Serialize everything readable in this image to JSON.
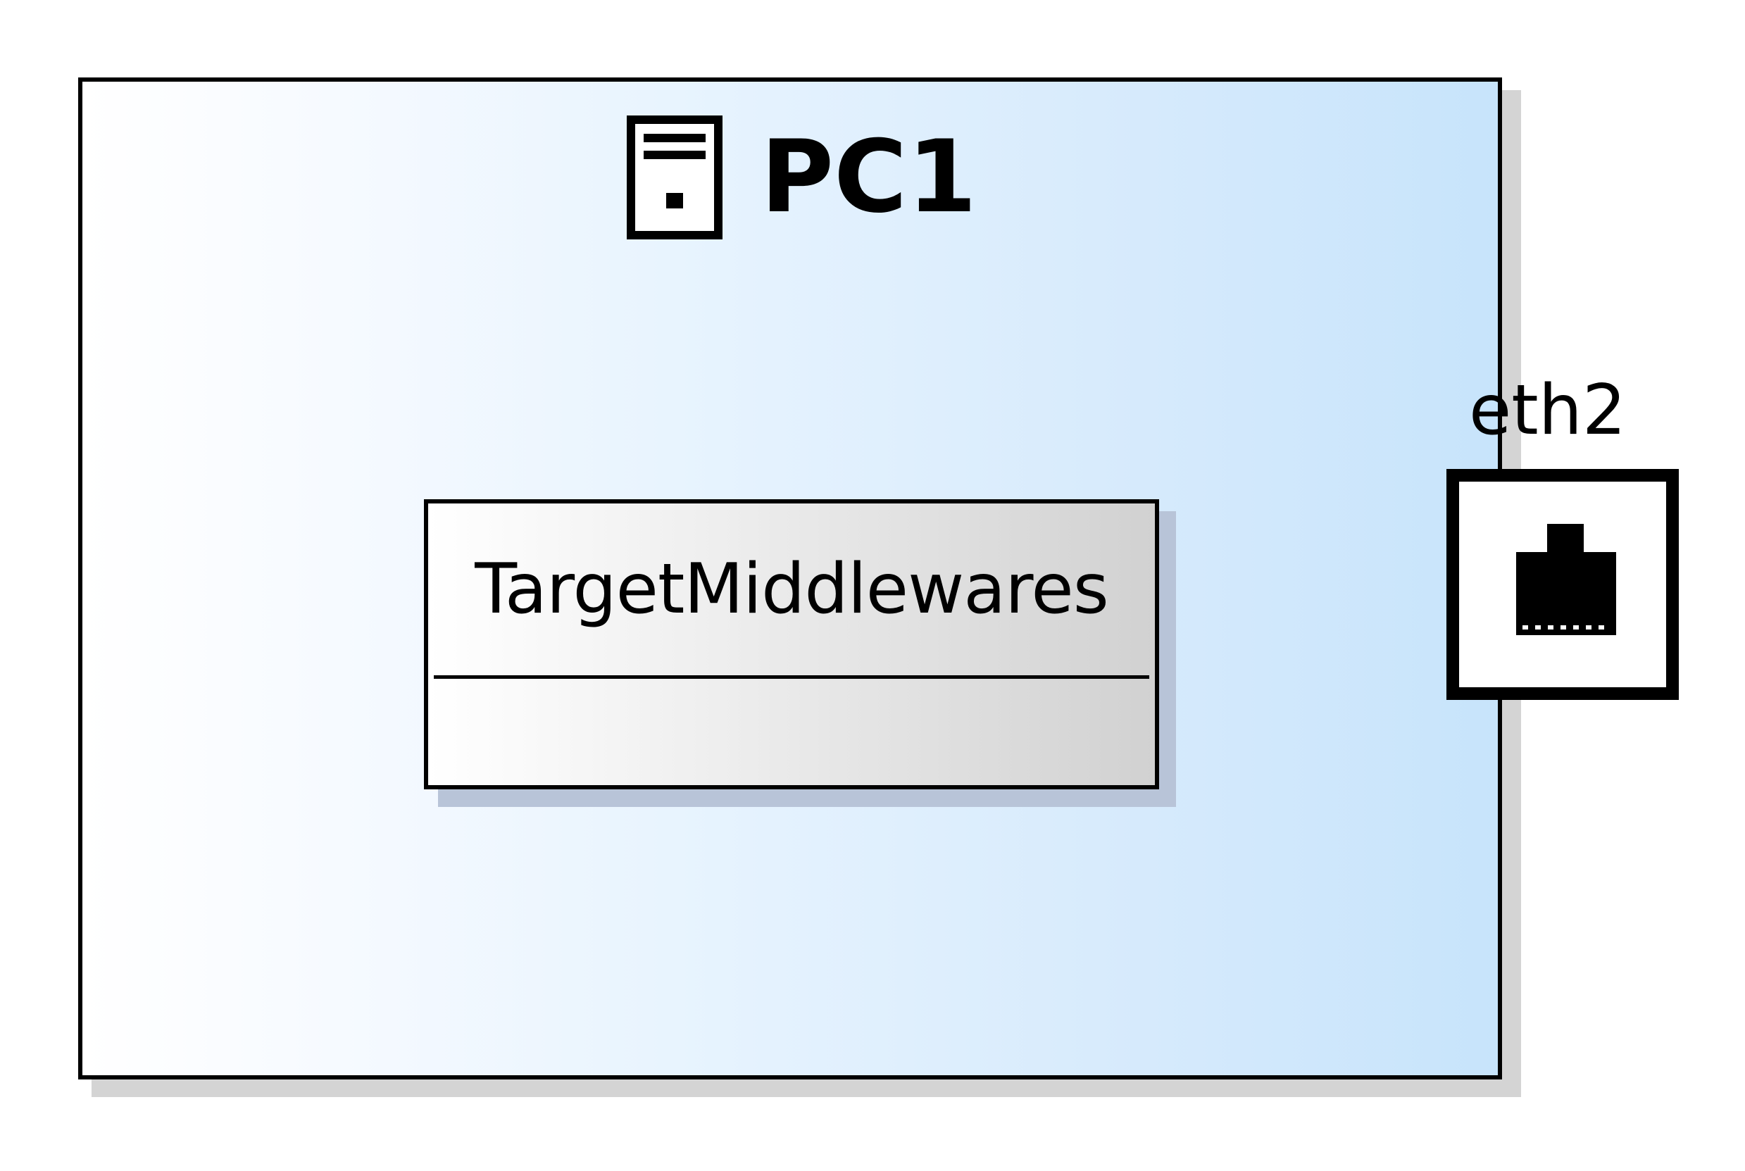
{
  "node": {
    "name": "PC1",
    "icon": "computer-tower-icon",
    "fill_gradient": [
      "#ffffff",
      "#c7e4fb"
    ],
    "border_color": "#000000"
  },
  "class": {
    "name": "TargetMiddlewares",
    "fill_gradient": [
      "#ffffff",
      "#d1d1d1"
    ],
    "shadow_color": "#b8c4d8"
  },
  "port": {
    "label": "eth2",
    "icon": "ethernet-port-icon"
  }
}
